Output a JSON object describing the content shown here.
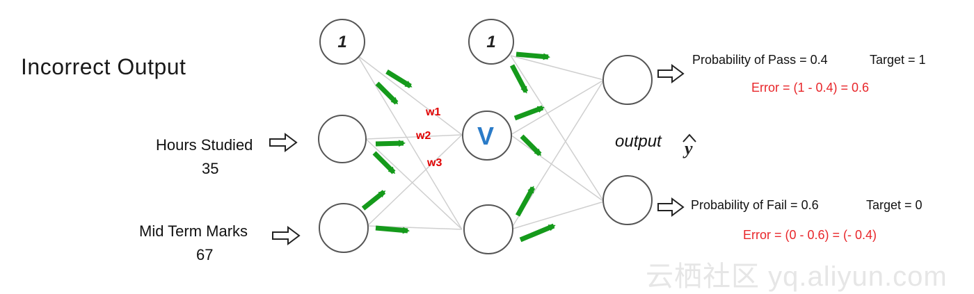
{
  "title": "Incorrect Output",
  "inputs": [
    {
      "label": "Hours Studied",
      "value": "35"
    },
    {
      "label": "Mid Term Marks",
      "value": "67"
    }
  ],
  "bias_label": "1",
  "hidden_label": "V",
  "weights": [
    "w1",
    "w2",
    "w3"
  ],
  "output_label": "output",
  "output_symbol": "y",
  "outputs": [
    {
      "probability": "Probability of Pass = 0.4",
      "target": "Target = 1",
      "error": "Error = (1 - 0.4) = 0.6"
    },
    {
      "probability": "Probability of Fail = 0.6",
      "target": "Target = 0",
      "error": "Error = (0 - 0.6) = (- 0.4)"
    }
  ],
  "watermark": "云栖社区 yq.aliyun.com",
  "colors": {
    "arrow": "#159a1b",
    "error": "#e8262a",
    "hidden_label": "#2a7bc8",
    "weight_label": "#e00000",
    "edge": "#cfcfcf",
    "node_stroke": "#555555"
  }
}
